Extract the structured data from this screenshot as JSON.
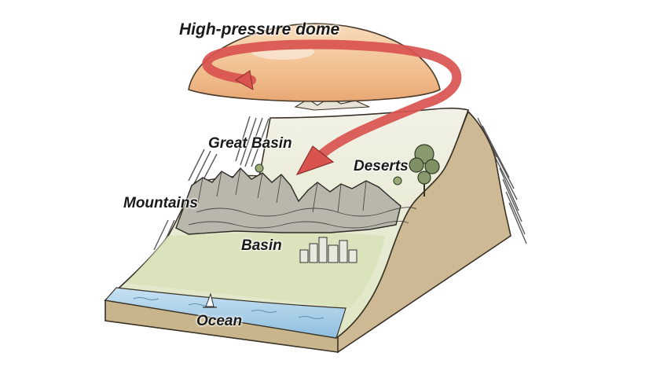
{
  "labels": {
    "dome": "High-pressure dome",
    "great_basin": "Great Basin",
    "deserts": "Deserts",
    "mountains": "Mountains",
    "basin": "Basin",
    "ocean": "Ocean"
  },
  "colors": {
    "dome": "#f3c79d",
    "arrow": "#d9534f",
    "earth": "#cdb993",
    "land": "#e6ead0",
    "water": "#a9cfe8"
  }
}
